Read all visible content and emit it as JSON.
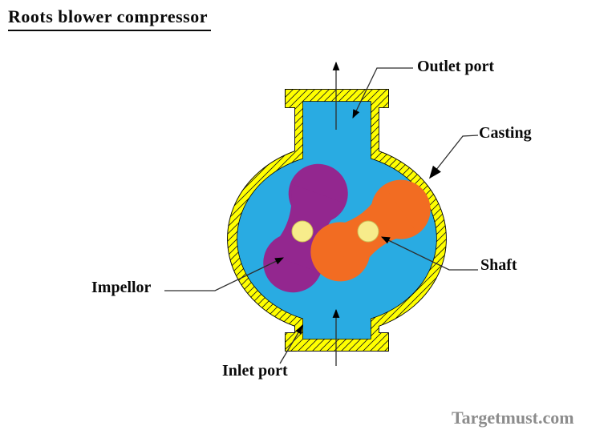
{
  "title": "Roots blower compressor",
  "labels": {
    "outlet_port": "Outlet port",
    "casting": "Casting",
    "shaft": "Shaft",
    "impellor": "Impellor",
    "inlet_port": "Inlet port"
  },
  "watermark": "Targetmust.com",
  "diagram": {
    "type": "cross-section schematic",
    "parts": [
      "Outlet port",
      "Casting",
      "Shaft",
      "Impellor",
      "Inlet port"
    ],
    "flow_direction": "upward (inlet at bottom, outlet at top)"
  },
  "colors": {
    "casing": "#FFFF00",
    "chamber": "#29ABE2",
    "impeller_left": "#93278F",
    "impeller_right": "#F26C22",
    "shaft": "#F7EC8B",
    "outline": "#000000",
    "leader": "#2e2e2e",
    "watermark": "#8C8C8C"
  }
}
